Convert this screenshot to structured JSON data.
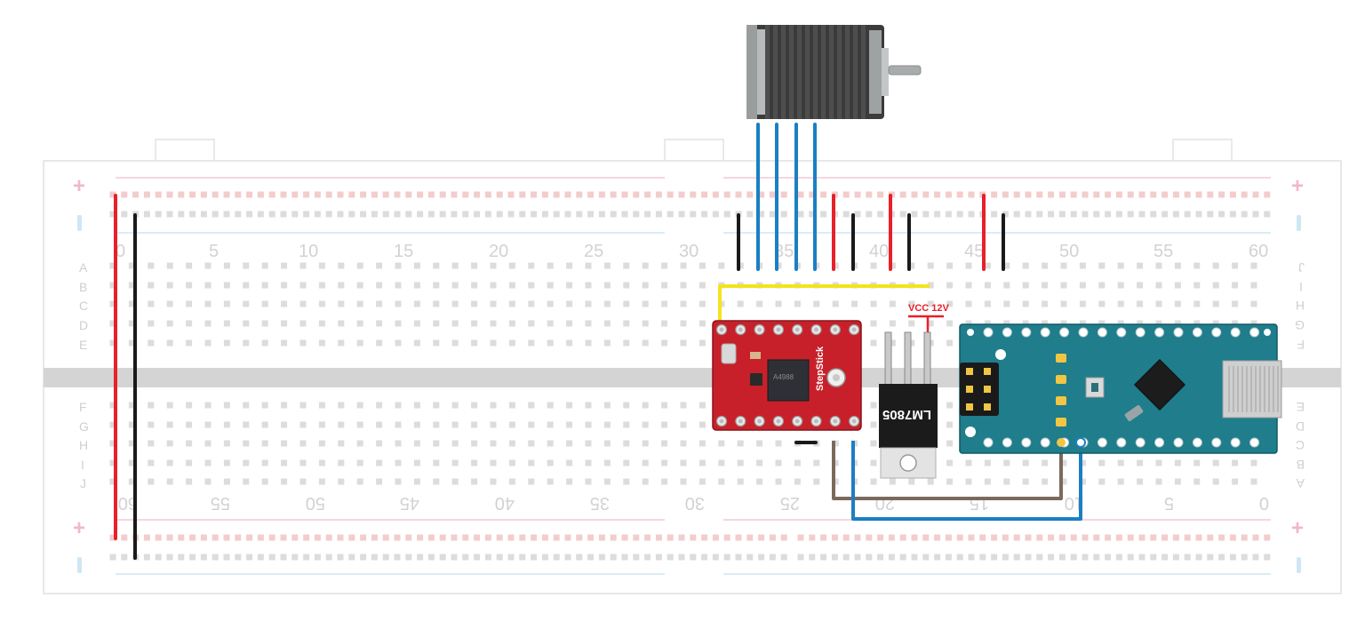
{
  "breadboard": {
    "top_numbers": [
      "0",
      "5",
      "10",
      "15",
      "20",
      "25",
      "30",
      "35",
      "40",
      "45",
      "50",
      "55",
      "60"
    ],
    "bottom_numbers": [
      "60",
      "55",
      "50",
      "45",
      "40",
      "35",
      "30",
      "25",
      "20",
      "15",
      "10",
      "5",
      "0"
    ],
    "rows_top_left": [
      "A",
      "B",
      "C",
      "D",
      "E"
    ],
    "rows_bottom_left": [
      "F",
      "G",
      "H",
      "I",
      "J"
    ],
    "rows_top_right": [
      "J",
      "I",
      "H",
      "G",
      "F"
    ],
    "rows_bottom_right": [
      "E",
      "D",
      "C",
      "B",
      "A"
    ],
    "rail_plus": "+",
    "rail_minus": "—"
  },
  "components": {
    "supply_label": "VCC 12V",
    "regulator_label": "LM7805",
    "driver_label": "StepStick",
    "driver_chip_label": "A4988",
    "motor": "stepper-motor",
    "microcontroller": "arduino-nano"
  },
  "colors": {
    "red_wire": "#e8202a",
    "black_wire": "#1a1a1a",
    "blue_wire": "#1b7fc4",
    "brown_wire": "#7a6a5c",
    "yellow_wire": "#f5e31c",
    "driver_board": "#c8202a",
    "nano_board": "#1f7d8c"
  }
}
